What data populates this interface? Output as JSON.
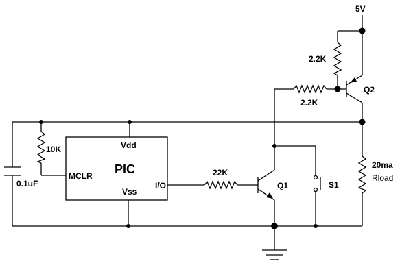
{
  "supply": {
    "label": "5V"
  },
  "chip": {
    "name": "PIC",
    "pins": {
      "vdd": "Vdd",
      "vss": "Vss",
      "mclr": "MCLR",
      "io": "I/O"
    }
  },
  "components": {
    "r_top": "2.2K",
    "r_base_q2": "2.2K",
    "r_mclr": "10K",
    "r_base_q1": "22K",
    "cap": "0.1uF",
    "q1": "Q1",
    "q2": "Q2",
    "switch": "S1",
    "load_current": "20ma",
    "load_name": "Rload"
  }
}
